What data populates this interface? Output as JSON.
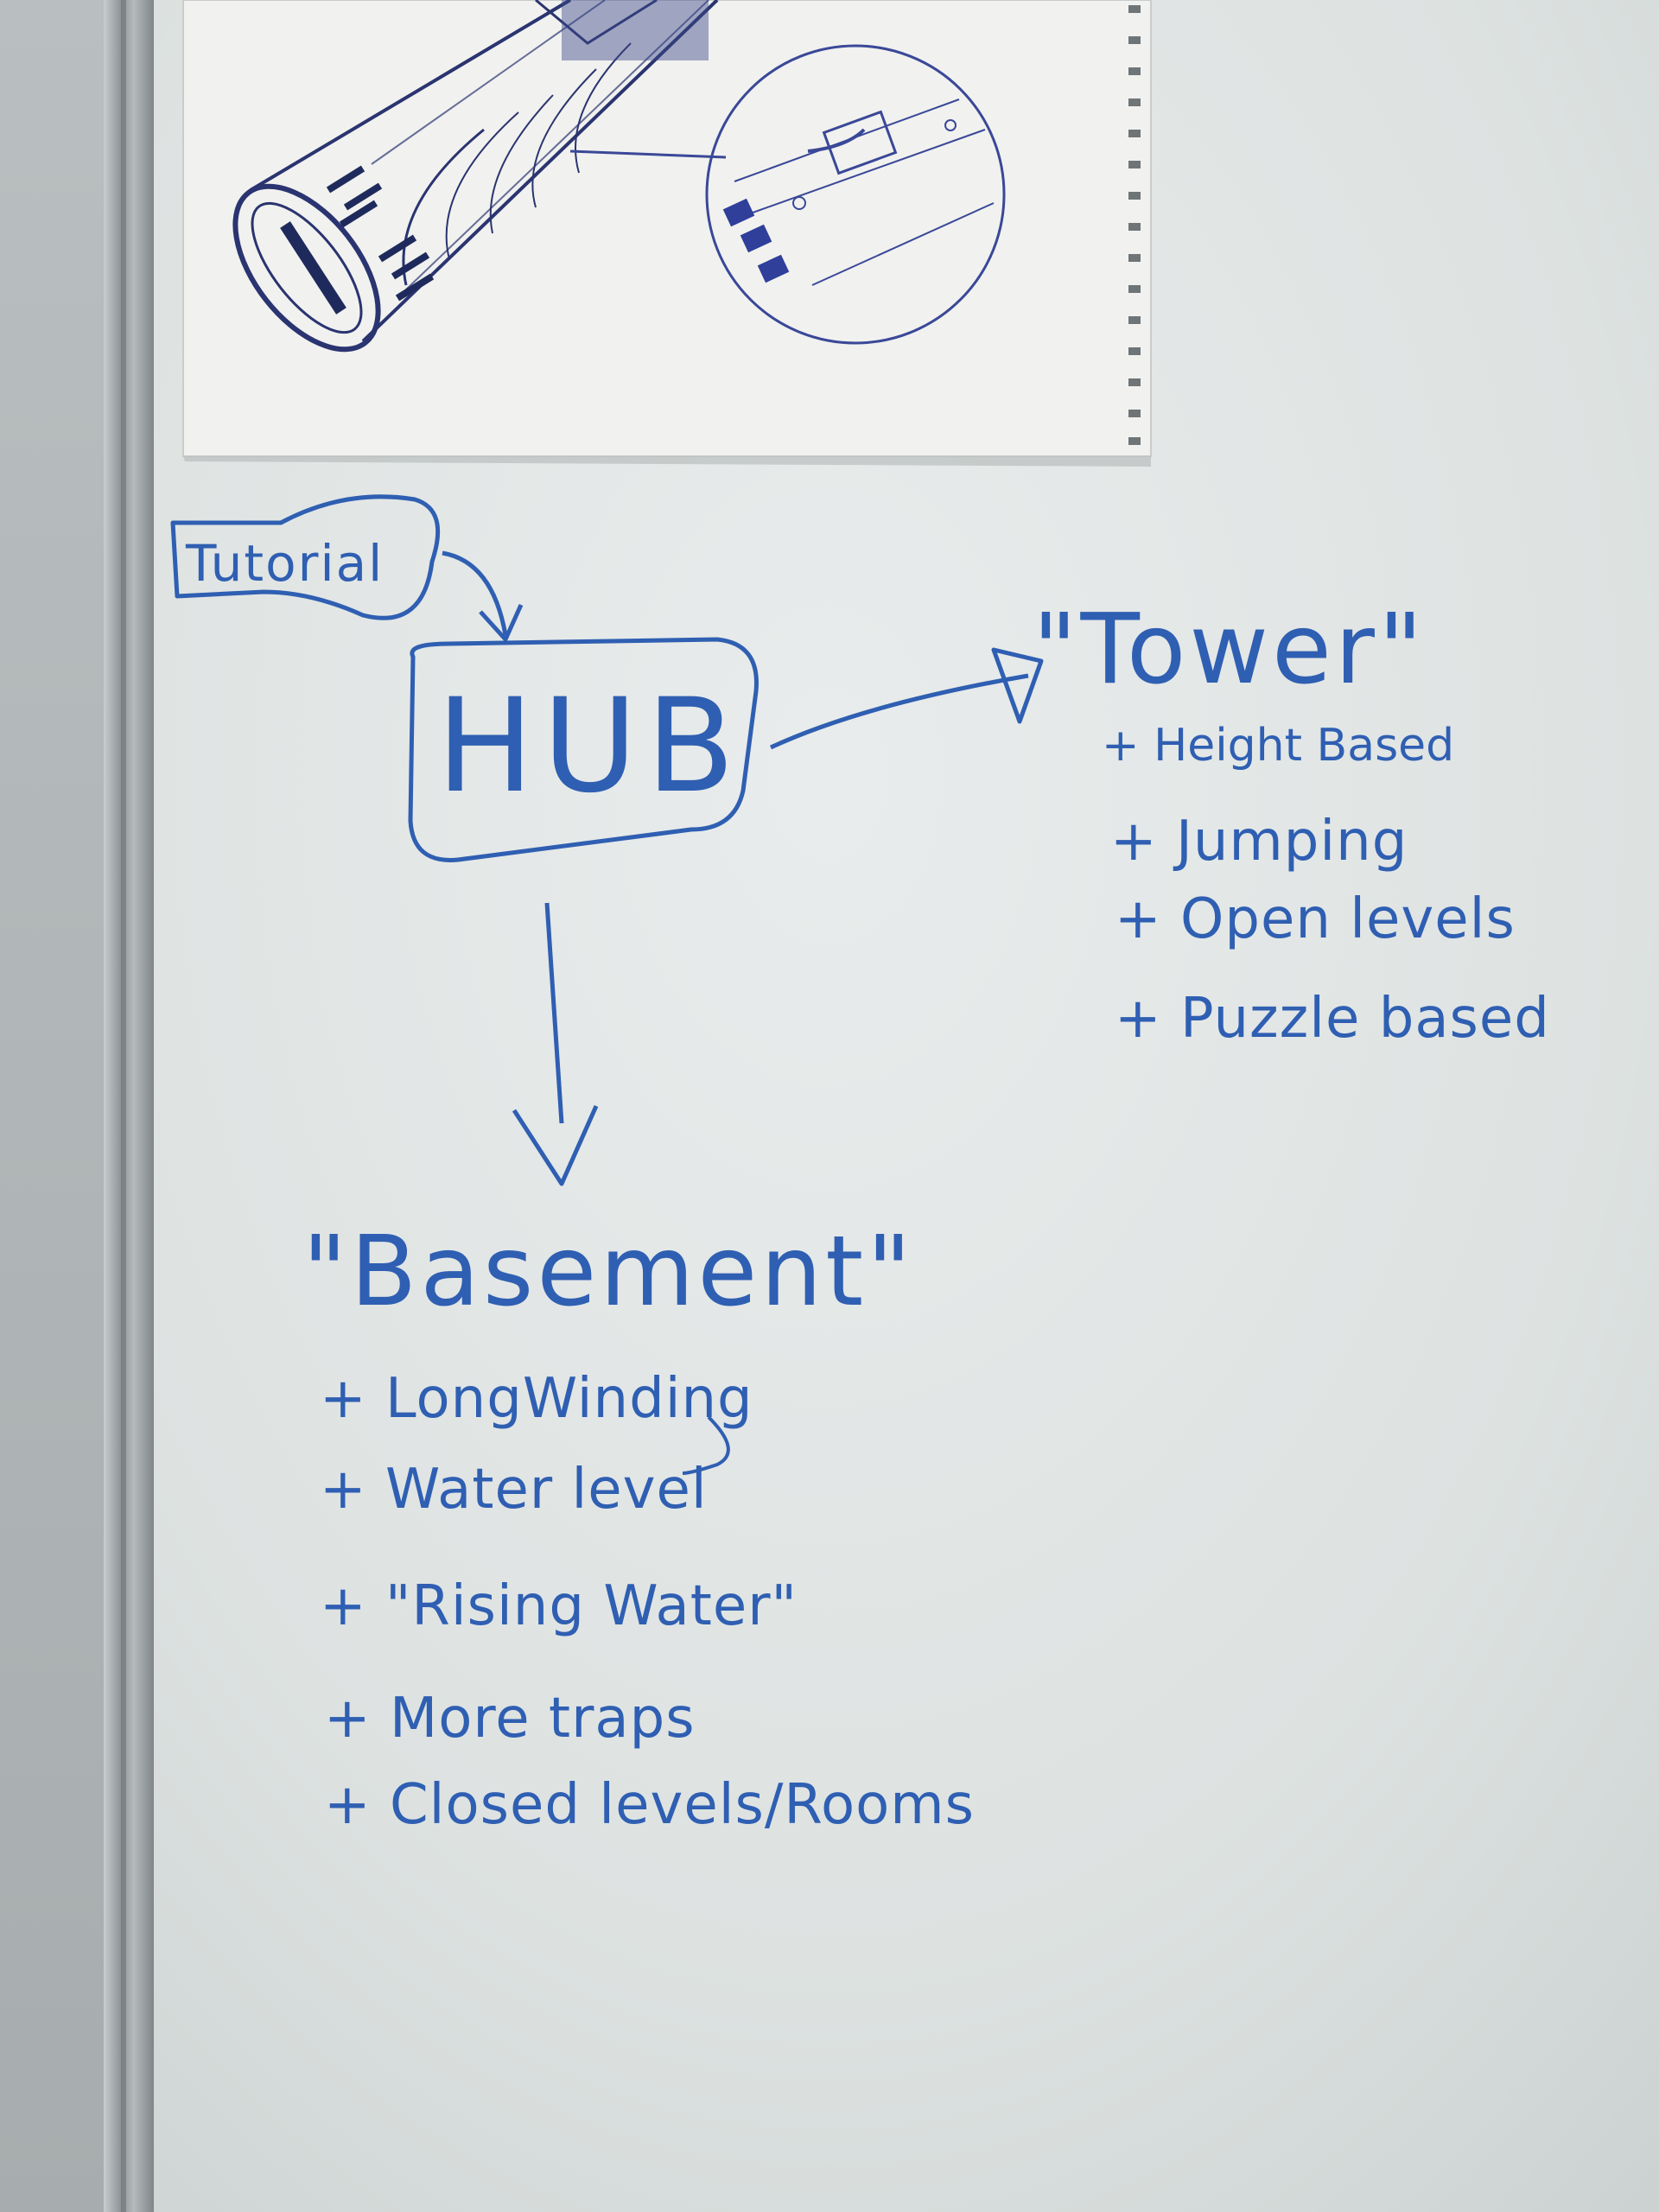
{
  "whiteboard": {
    "tutorial_label": "Tutorial",
    "hub_label": "HUB",
    "tower": {
      "title": "\"Tower\"",
      "items": [
        "+ Height Based",
        "+ Jumping",
        "+ Open levels",
        "+ Puzzle based"
      ]
    },
    "basement": {
      "title": "\"Basement\"",
      "items": [
        "+ LongWinding",
        "+ Water level",
        "+ \"Rising Water\"",
        "+ More traps",
        "+ Closed levels/Rooms"
      ]
    }
  },
  "colors": {
    "marker_ink": "#2f5fb2",
    "whiteboard": "#e3e7e6",
    "paper": "#eeeeec",
    "sketch_ink": "#2a3470",
    "frame": "#9aa1a4"
  }
}
